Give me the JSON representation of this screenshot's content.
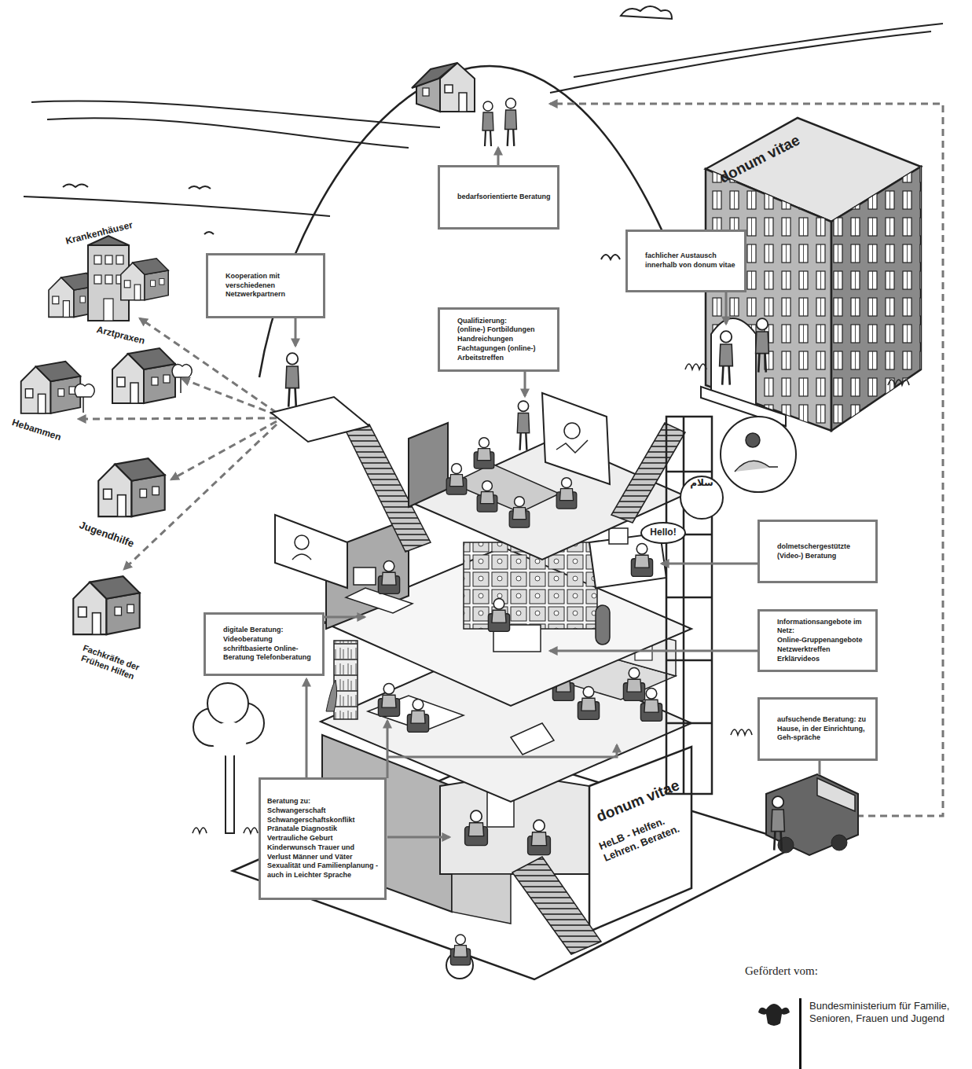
{
  "diagram": {
    "nodes": [
      {
        "text": [
          "bedarfsorientierte Beratung"
        ]
      },
      {
        "text": [
          "fachlicher Austausch innerhalb von donum vitae"
        ]
      },
      {
        "text": [
          "Kooperation mit verschiedenen Netzwerkpartnern"
        ]
      },
      {
        "text": [
          "Qualifizierung:",
          "(online-) Fortbildungen Handreichungen Fachtagungen (online-) Arbeitstreffen"
        ]
      },
      {
        "text": [
          "سلام"
        ]
      },
      {
        "text": [
          "dolmetschergestützte (Video-) Beratung"
        ]
      },
      {
        "text": [
          "Hello!"
        ]
      },
      {
        "text": [
          "Informationsangebote im Netz:",
          "Online-Gruppenangebote Netzwerktreffen Erklärvideos"
        ]
      },
      {
        "text": [
          "digitale Beratung:",
          "Videoberatung schriftbasierte Online-Beratung Telefonberatung"
        ]
      },
      {
        "text": [
          "aufsuchende Beratung: zu Hause, in der Einrichtung, Geh-spräche"
        ]
      },
      {
        "text": [
          "Beratung zu:",
          "Schwangerschaft Schwangerschaftskonflikt Pränatale Diagnostik Vertrauliche Geburt Kinderwunsch Trauer und Verlust Männer und Väter Sexualität und Familienplanung - auch in Leichter Sprache"
        ]
      }
    ],
    "labels": [
      "Krankenhäuser",
      "Arztpraxen",
      "Hebammen",
      "Jugendhilfe",
      "Fachkräfte der Frühen Hilfen",
      "donum vitae",
      "donum vitae",
      "HeLB - Helfen. Lehren. Beraten.",
      "Gefördert vom:",
      "Bundesministerium für Familie, Senioren, Frauen und Jugend"
    ]
  }
}
